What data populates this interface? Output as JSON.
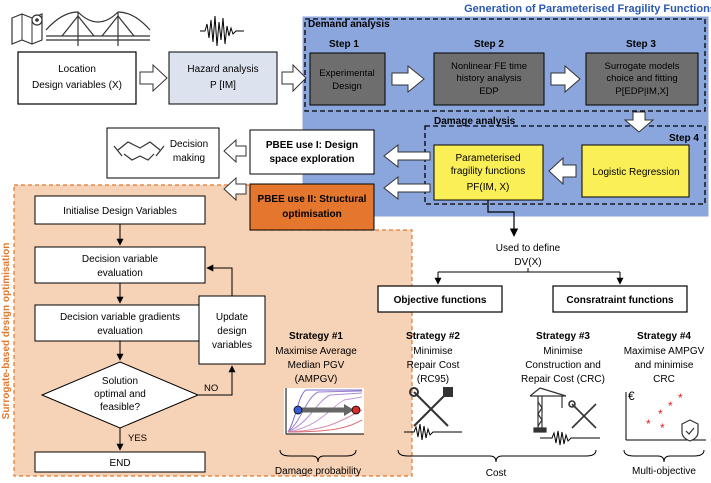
{
  "header": {
    "title": "Generation of Parameterised Fragility Functions"
  },
  "demand": {
    "label": "Demand analysis",
    "step1": {
      "step": "Step 1",
      "l1": "Experimental",
      "l2": "Design"
    },
    "step2": {
      "step": "Step 2",
      "l1": "Nonlinear FE time",
      "l2": "history analysis",
      "l3": "EDP"
    },
    "step3": {
      "step": "Step 3",
      "l1": "Surrogate models",
      "l2": "choice and fitting",
      "l3": "P[EDP|IM,X]"
    }
  },
  "damage": {
    "label": "Damage analysis",
    "step4": {
      "step": "Step 4",
      "l1": "Logistic Regression"
    },
    "param": {
      "l1": "Parameterised",
      "l2": "fragility functions",
      "l3": "PF(IM, X)"
    }
  },
  "inputs": {
    "location": {
      "l1": "Location",
      "l2": "Design variables (X)"
    },
    "hazard": {
      "l1": "Hazard analysis",
      "l2": "P [IM]"
    }
  },
  "uses": {
    "use1": {
      "l1": "PBEE use I: Design",
      "l2": "space exploration"
    },
    "use2": {
      "l1": "PBEE use II: Structural",
      "l2": "optimisation"
    },
    "decision": {
      "l1": "Decision",
      "l2": "making"
    }
  },
  "optimisation": {
    "side_label": "Surrogate-based design optimisation",
    "init": "Initialise Design Variables",
    "eval": {
      "l1": "Decision variable",
      "l2": "evaluation"
    },
    "grad": {
      "l1": "Decision variable gradients",
      "l2": "evaluation"
    },
    "update": {
      "l1": "Update",
      "l2": "design",
      "l3": "variables"
    },
    "question": {
      "l1": "Solution",
      "l2": "optimal and",
      "l3": "feasible?"
    },
    "no": "NO",
    "yes": "YES",
    "end": "END"
  },
  "dv": {
    "l1": "Used to define",
    "l2": "DV(X)"
  },
  "functions": {
    "objective": "Objective functions",
    "constraint": "Consratraint functions"
  },
  "strategies": [
    {
      "name": "Strategy #1",
      "l1": "Maximise Average",
      "l2": "Median PGV",
      "l3": "(AMPGV)"
    },
    {
      "name": "Strategy #2",
      "l1": "Minimise",
      "l2": "Repair Cost",
      "l3": "(RC95)"
    },
    {
      "name": "Strategy #3",
      "l1": "Minimise",
      "l2": "Construction and",
      "l3": "Repair Cost (CRC)"
    },
    {
      "name": "Strategy #4",
      "l1": "Maximise AMPGV",
      "l2": "and minimise",
      "l3": "CRC"
    }
  ],
  "bottom": {
    "damage_prob": "Damage probability",
    "cost": "Cost",
    "multi": "Multi-objective"
  },
  "colors": {
    "blue_panel": "#8aa6dc",
    "dark_step": "#6e6e6e",
    "yellow": "#fbef57",
    "orange": "#e4772d",
    "peach": "#f6d2b6",
    "hazard_bg": "#dde3ee"
  },
  "icons": [
    "map-icon",
    "bridge-icon",
    "seismogram-icon",
    "handshake-icon",
    "tools-icon",
    "crane-icon",
    "euro-icon",
    "shield-icon"
  ]
}
